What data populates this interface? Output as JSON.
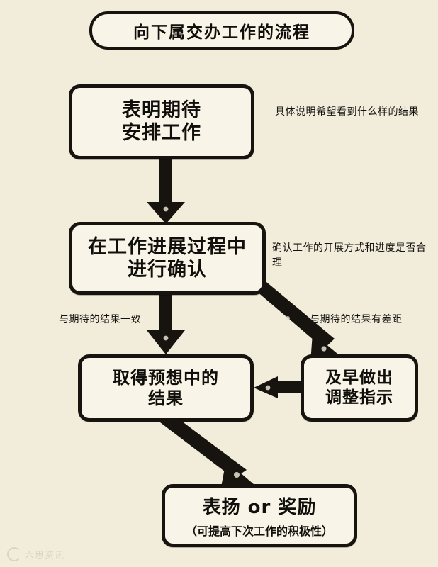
{
  "title": {
    "text": "向下属交办工作的流程"
  },
  "nodes": {
    "declare": {
      "lines": [
        "表明期待",
        "安排工作"
      ]
    },
    "confirm": {
      "lines": [
        "在工作进展过程中",
        "进行确认"
      ]
    },
    "expected": {
      "lines": [
        "取得预想中的",
        "结果"
      ]
    },
    "adjust": {
      "lines": [
        "及早做出",
        "调整指示"
      ]
    },
    "praise": {
      "main": "表扬 or 奖励",
      "sub": "（可提高下次工作的积极性）"
    }
  },
  "notes": {
    "declare": "具体说明希望看到什么样的结果",
    "confirm": "确认工作的开展方式和进度是否合理"
  },
  "branch_labels": {
    "match": "与期待的结果一致",
    "gap": "与期待的结果有差距"
  },
  "watermark": {
    "text": "六思资讯"
  },
  "colors": {
    "page_background": "#f2edda",
    "node_fill": "#f8f4e8",
    "ink": "#17140f",
    "text": "#110f0b"
  },
  "chart_data": {
    "type": "flowchart",
    "title": "向下属交办工作的流程",
    "nodes": [
      {
        "id": "declare",
        "label": "表明期待 安排工作",
        "note": "具体说明希望看到什么样的结果"
      },
      {
        "id": "confirm",
        "label": "在工作进展过程中 进行确认",
        "note": "确认工作的开展方式和进度是否合理"
      },
      {
        "id": "expected",
        "label": "取得预想中的 结果"
      },
      {
        "id": "adjust",
        "label": "及早做出 调整指示"
      },
      {
        "id": "praise",
        "label": "表扬 or 奖励（可提高下次工作的积极性）"
      }
    ],
    "edges": [
      {
        "from": "declare",
        "to": "confirm",
        "label": ""
      },
      {
        "from": "confirm",
        "to": "expected",
        "label": "与期待的结果一致"
      },
      {
        "from": "confirm",
        "to": "adjust",
        "label": "与期待的结果有差距"
      },
      {
        "from": "adjust",
        "to": "expected",
        "label": ""
      },
      {
        "from": "expected",
        "to": "praise",
        "label": ""
      }
    ]
  }
}
